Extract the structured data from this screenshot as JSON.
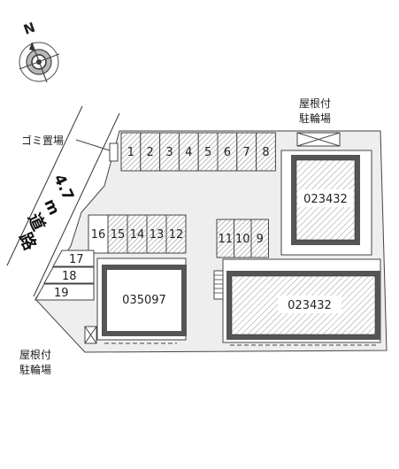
{
  "compass": {
    "north_label": "N"
  },
  "road": {
    "width_label": "4.7",
    "unit_label": "m",
    "name_chars": [
      "道",
      "路"
    ]
  },
  "labels": {
    "garbage": "ゴミ置場",
    "bike_top": [
      "屋根付",
      "駐輪場"
    ],
    "bike_bottom": [
      "屋根付",
      "駐輪場"
    ]
  },
  "buildings": {
    "top_right": "023432",
    "left": "035097",
    "bottom_right": "023432"
  },
  "parking": {
    "top_row": [
      "1",
      "2",
      "3",
      "4",
      "5",
      "6",
      "7",
      "8"
    ],
    "mid_left": [
      "16",
      "15",
      "14",
      "13",
      "12"
    ],
    "mid_right": [
      "11",
      "10",
      "9"
    ],
    "diagonal": [
      "17",
      "18",
      "19"
    ]
  },
  "colors": {
    "lot": "#eeeeee",
    "line": "#444444",
    "building_frame": "#555555",
    "hatch": "#999999"
  }
}
